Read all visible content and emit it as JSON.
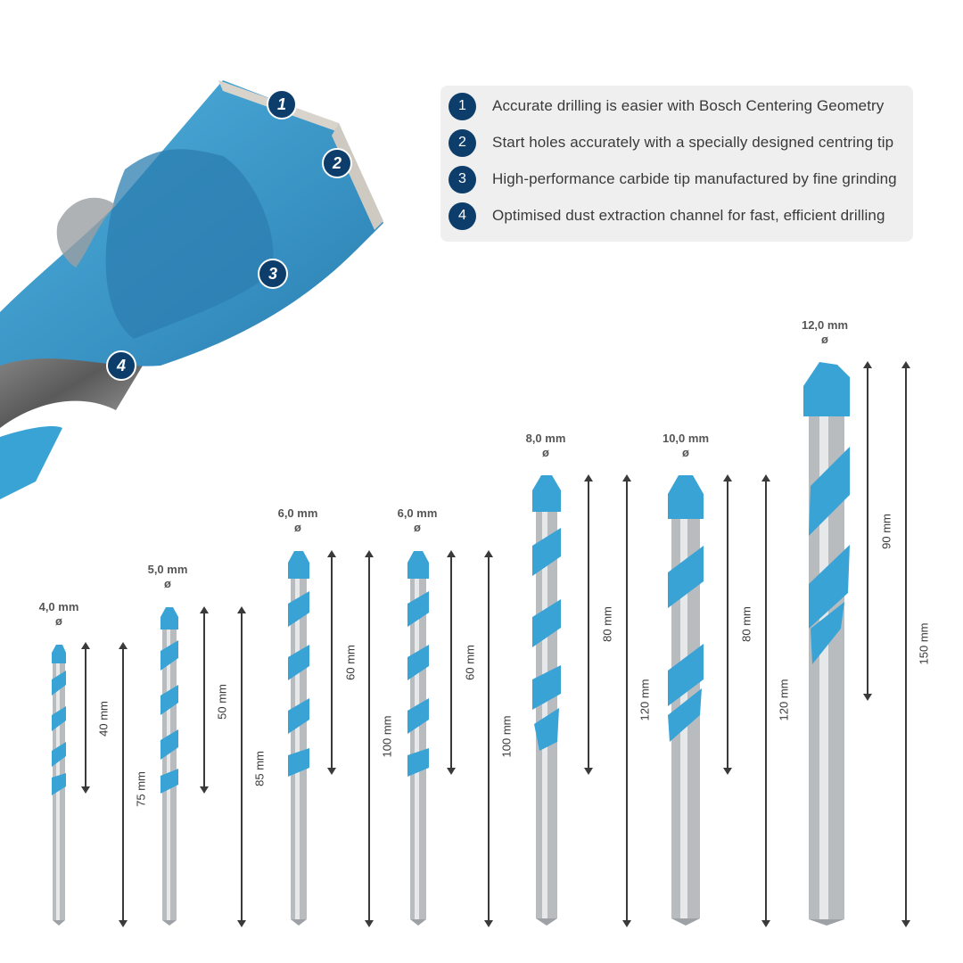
{
  "features": {
    "items": [
      {
        "number": "1",
        "text": "Accurate drilling is easier with Bosch Centering Geometry"
      },
      {
        "number": "2",
        "text": "Start holes accurately with a specially designed centring tip"
      },
      {
        "number": "3",
        "text": "High-performance carbide tip manufactured by fine grinding"
      },
      {
        "number": "4",
        "text": "Optimised dust extraction channel for fast, efficient drilling"
      }
    ],
    "badge_color": "#0d3d6b"
  },
  "hero": {
    "callouts": [
      "1",
      "2",
      "3",
      "4"
    ],
    "bit_color": "#3aa3d6"
  },
  "diameter_symbol": "ø",
  "drills": [
    {
      "diameter": "4,0 mm",
      "working_length": "40 mm",
      "total_length": "75 mm"
    },
    {
      "diameter": "5,0 mm",
      "working_length": "50 mm",
      "total_length": "85 mm"
    },
    {
      "diameter": "6,0 mm",
      "working_length": "60 mm",
      "total_length": "100 mm"
    },
    {
      "diameter": "6,0 mm",
      "working_length": "60 mm",
      "total_length": "100 mm"
    },
    {
      "diameter": "8,0 mm",
      "working_length": "80 mm",
      "total_length": "120 mm"
    },
    {
      "diameter": "10,0 mm",
      "working_length": "80 mm",
      "total_length": "120 mm"
    },
    {
      "diameter": "12,0 mm",
      "working_length": "90 mm",
      "total_length": "150 mm"
    }
  ]
}
